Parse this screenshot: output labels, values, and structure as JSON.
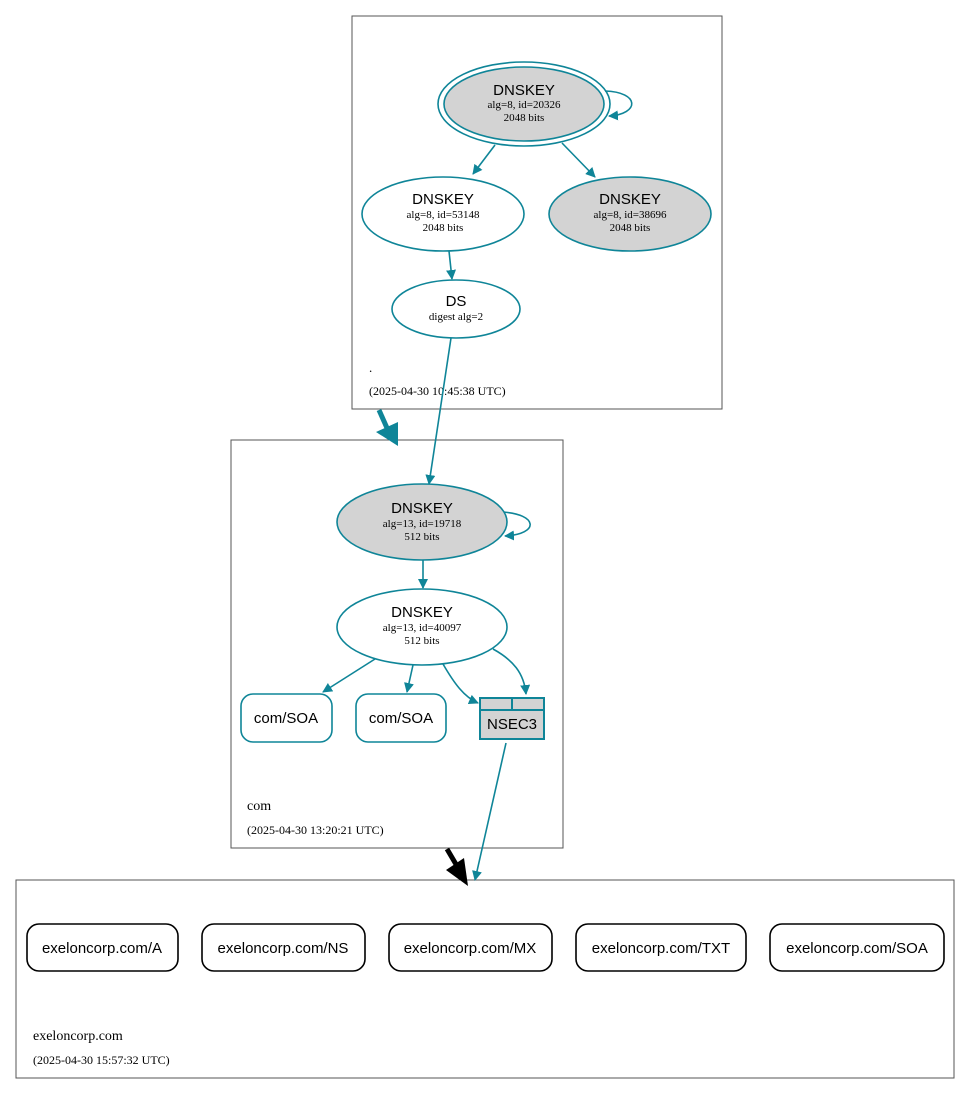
{
  "colors": {
    "edge": "#0f8598",
    "fill_gray": "#d3d3d3",
    "box_border": "#555555",
    "black": "#000000"
  },
  "zones": {
    "root": {
      "name": ".",
      "timestamp": "(2025-04-30 10:45:38 UTC)"
    },
    "com": {
      "name": "com",
      "timestamp": "(2025-04-30 13:20:21 UTC)"
    },
    "exeloncorp": {
      "name": "exeloncorp.com",
      "timestamp": "(2025-04-30 15:57:32 UTC)"
    }
  },
  "nodes": {
    "root_ksk": {
      "title": "DNSKEY",
      "line1": "alg=8, id=20326",
      "line2": "2048 bits"
    },
    "root_zsk": {
      "title": "DNSKEY",
      "line1": "alg=8, id=53148",
      "line2": "2048 bits"
    },
    "root_key3": {
      "title": "DNSKEY",
      "line1": "alg=8, id=38696",
      "line2": "2048 bits"
    },
    "ds": {
      "title": "DS",
      "line1": "digest alg=2"
    },
    "com_ksk": {
      "title": "DNSKEY",
      "line1": "alg=13, id=19718",
      "line2": "512 bits"
    },
    "com_zsk": {
      "title": "DNSKEY",
      "line1": "alg=13, id=40097",
      "line2": "512 bits"
    },
    "com_soa1": {
      "label": "com/SOA"
    },
    "com_soa2": {
      "label": "com/SOA"
    },
    "nsec3": {
      "label": "NSEC3"
    },
    "rr_a": {
      "label": "exeloncorp.com/A"
    },
    "rr_ns": {
      "label": "exeloncorp.com/NS"
    },
    "rr_mx": {
      "label": "exeloncorp.com/MX"
    },
    "rr_txt": {
      "label": "exeloncorp.com/TXT"
    },
    "rr_soa": {
      "label": "exeloncorp.com/SOA"
    }
  }
}
